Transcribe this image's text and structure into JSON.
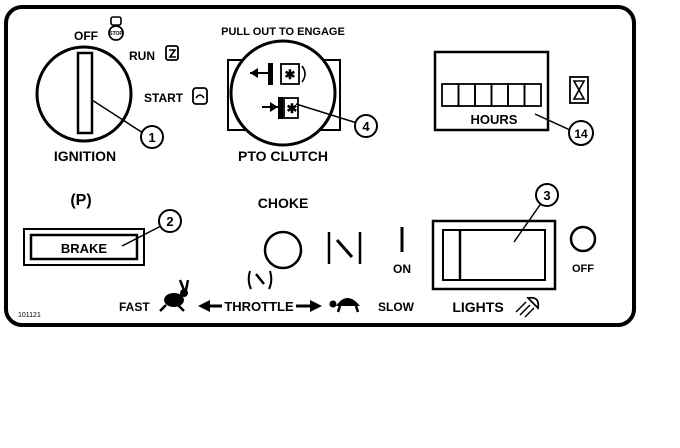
{
  "ignition": {
    "label": "IGNITION",
    "positions": {
      "off": "OFF",
      "run": "RUN",
      "start": "START"
    },
    "callout": "1",
    "icons": [
      "stop-sign-icon",
      "engine-run-icon",
      "engine-start-icon"
    ]
  },
  "pto": {
    "heading": "PULL OUT TO ENGAGE",
    "label": "PTO CLUTCH",
    "callout": "4",
    "icons": [
      "pto-engage-icon",
      "pto-disengage-icon"
    ]
  },
  "hourmeter": {
    "label": "HOURS",
    "digit_cells": 6,
    "callout": "14",
    "icon": "hourglass-icon"
  },
  "brake": {
    "symbol": "(P)",
    "label": "BRAKE",
    "callout": "2"
  },
  "choke": {
    "label": "CHOKE",
    "on_label": "ON",
    "icon": "choke-valve-icon"
  },
  "throttle": {
    "fast": "FAST",
    "label": "THROTTLE",
    "slow": "SLOW",
    "icons": [
      "rabbit-icon",
      "turtle-icon"
    ]
  },
  "lights": {
    "label": "LIGHTS",
    "callout": "3",
    "off_label": "OFF",
    "icon": "headlight-icon"
  },
  "figure_code": "101121",
  "colors": {
    "ink": "#000000",
    "panel": "#ffffff"
  }
}
